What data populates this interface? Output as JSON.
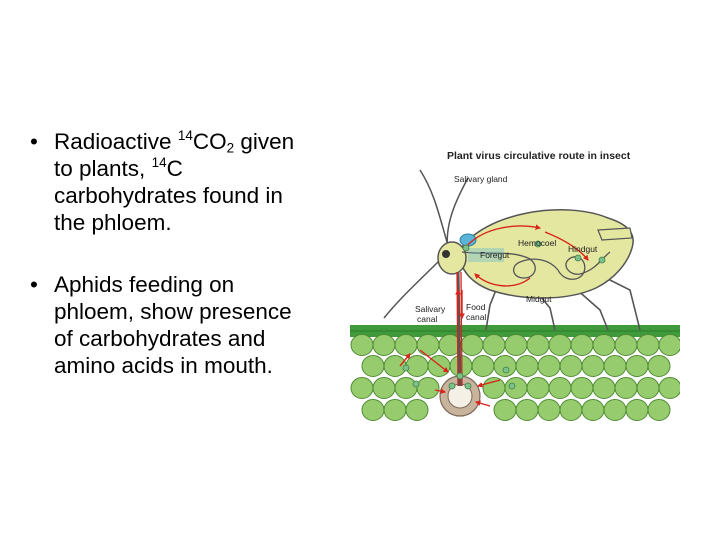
{
  "bullets": [
    {
      "lines": [
        {
          "pre": "Radioactive ",
          "sup": "14",
          "mid": "CO",
          "sub": "2",
          "post": " given"
        },
        {
          "pre": "to plants, ",
          "sup": "14",
          "post": "C"
        },
        {
          "text": "carbohydrates found in"
        },
        {
          "text": "the phloem."
        }
      ]
    },
    {
      "lines": [
        {
          "text": "Aphids feeding on"
        },
        {
          "text": "phloem, show presence"
        },
        {
          "text": "of carbohydrates and"
        },
        {
          "text": "amino acids in mouth."
        }
      ]
    }
  ],
  "bullet_glyph": "•",
  "diagram": {
    "title": "Plant virus circulative route in insect",
    "labels": {
      "salivary_gland": "Salivary gland",
      "hemocoel": "Hemocoel",
      "hindgut": "Hindgut",
      "foregut": "Foregut",
      "midgut": "Midgut",
      "salivary_canal_1": "Salivary",
      "salivary_canal_2": "canal",
      "food_canal_1": "Food",
      "food_canal_2": "canal"
    },
    "colors": {
      "aphid_body": "#e4e7a0",
      "aphid_outline": "#555555",
      "leaf_top": "#3e9a3a",
      "leaf_cells": "#96cc6e",
      "cell_outline": "#4f8a33",
      "phloem": "#c8b49c",
      "arrow": "#d9241b",
      "virus": "#7cc08a",
      "salivary_blue": "#5ab4d8"
    }
  }
}
